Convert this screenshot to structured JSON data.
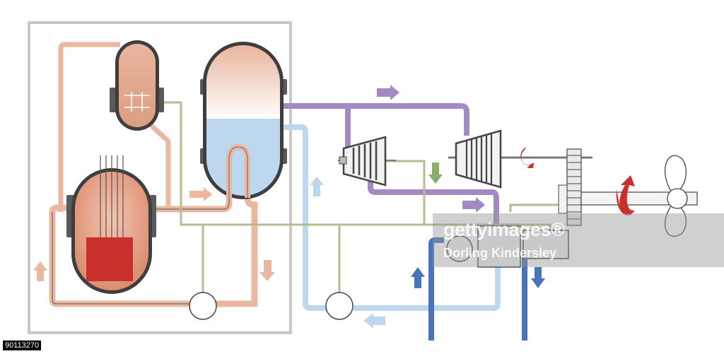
{
  "colors": {
    "primary_loop": "#eab7a0",
    "primary_fluid": "#e9a98d",
    "secondary_water": "#bcd7ee",
    "steam": "#a38ac3",
    "cooling_water": "#4a74b8",
    "control_line": "#c3c89e",
    "containment": "#c8c8c8",
    "reactor_core": "#c9302c",
    "rotation_arrow": "#c9302c",
    "condensate_arrow": "#8cad6e"
  },
  "icons": {
    "reactor": "reactor-vessel-icon",
    "pressurizer": "pressurizer-icon",
    "steam_generator": "steam-generator-icon",
    "turbine": "turbine-icon",
    "pump": "pump-icon",
    "gearbox": "gearbox-icon",
    "propeller": "propeller-icon"
  },
  "watermark": {
    "logo": "gettyimages®",
    "credit": "Dorling Kindersley"
  },
  "image_id": "90113270"
}
